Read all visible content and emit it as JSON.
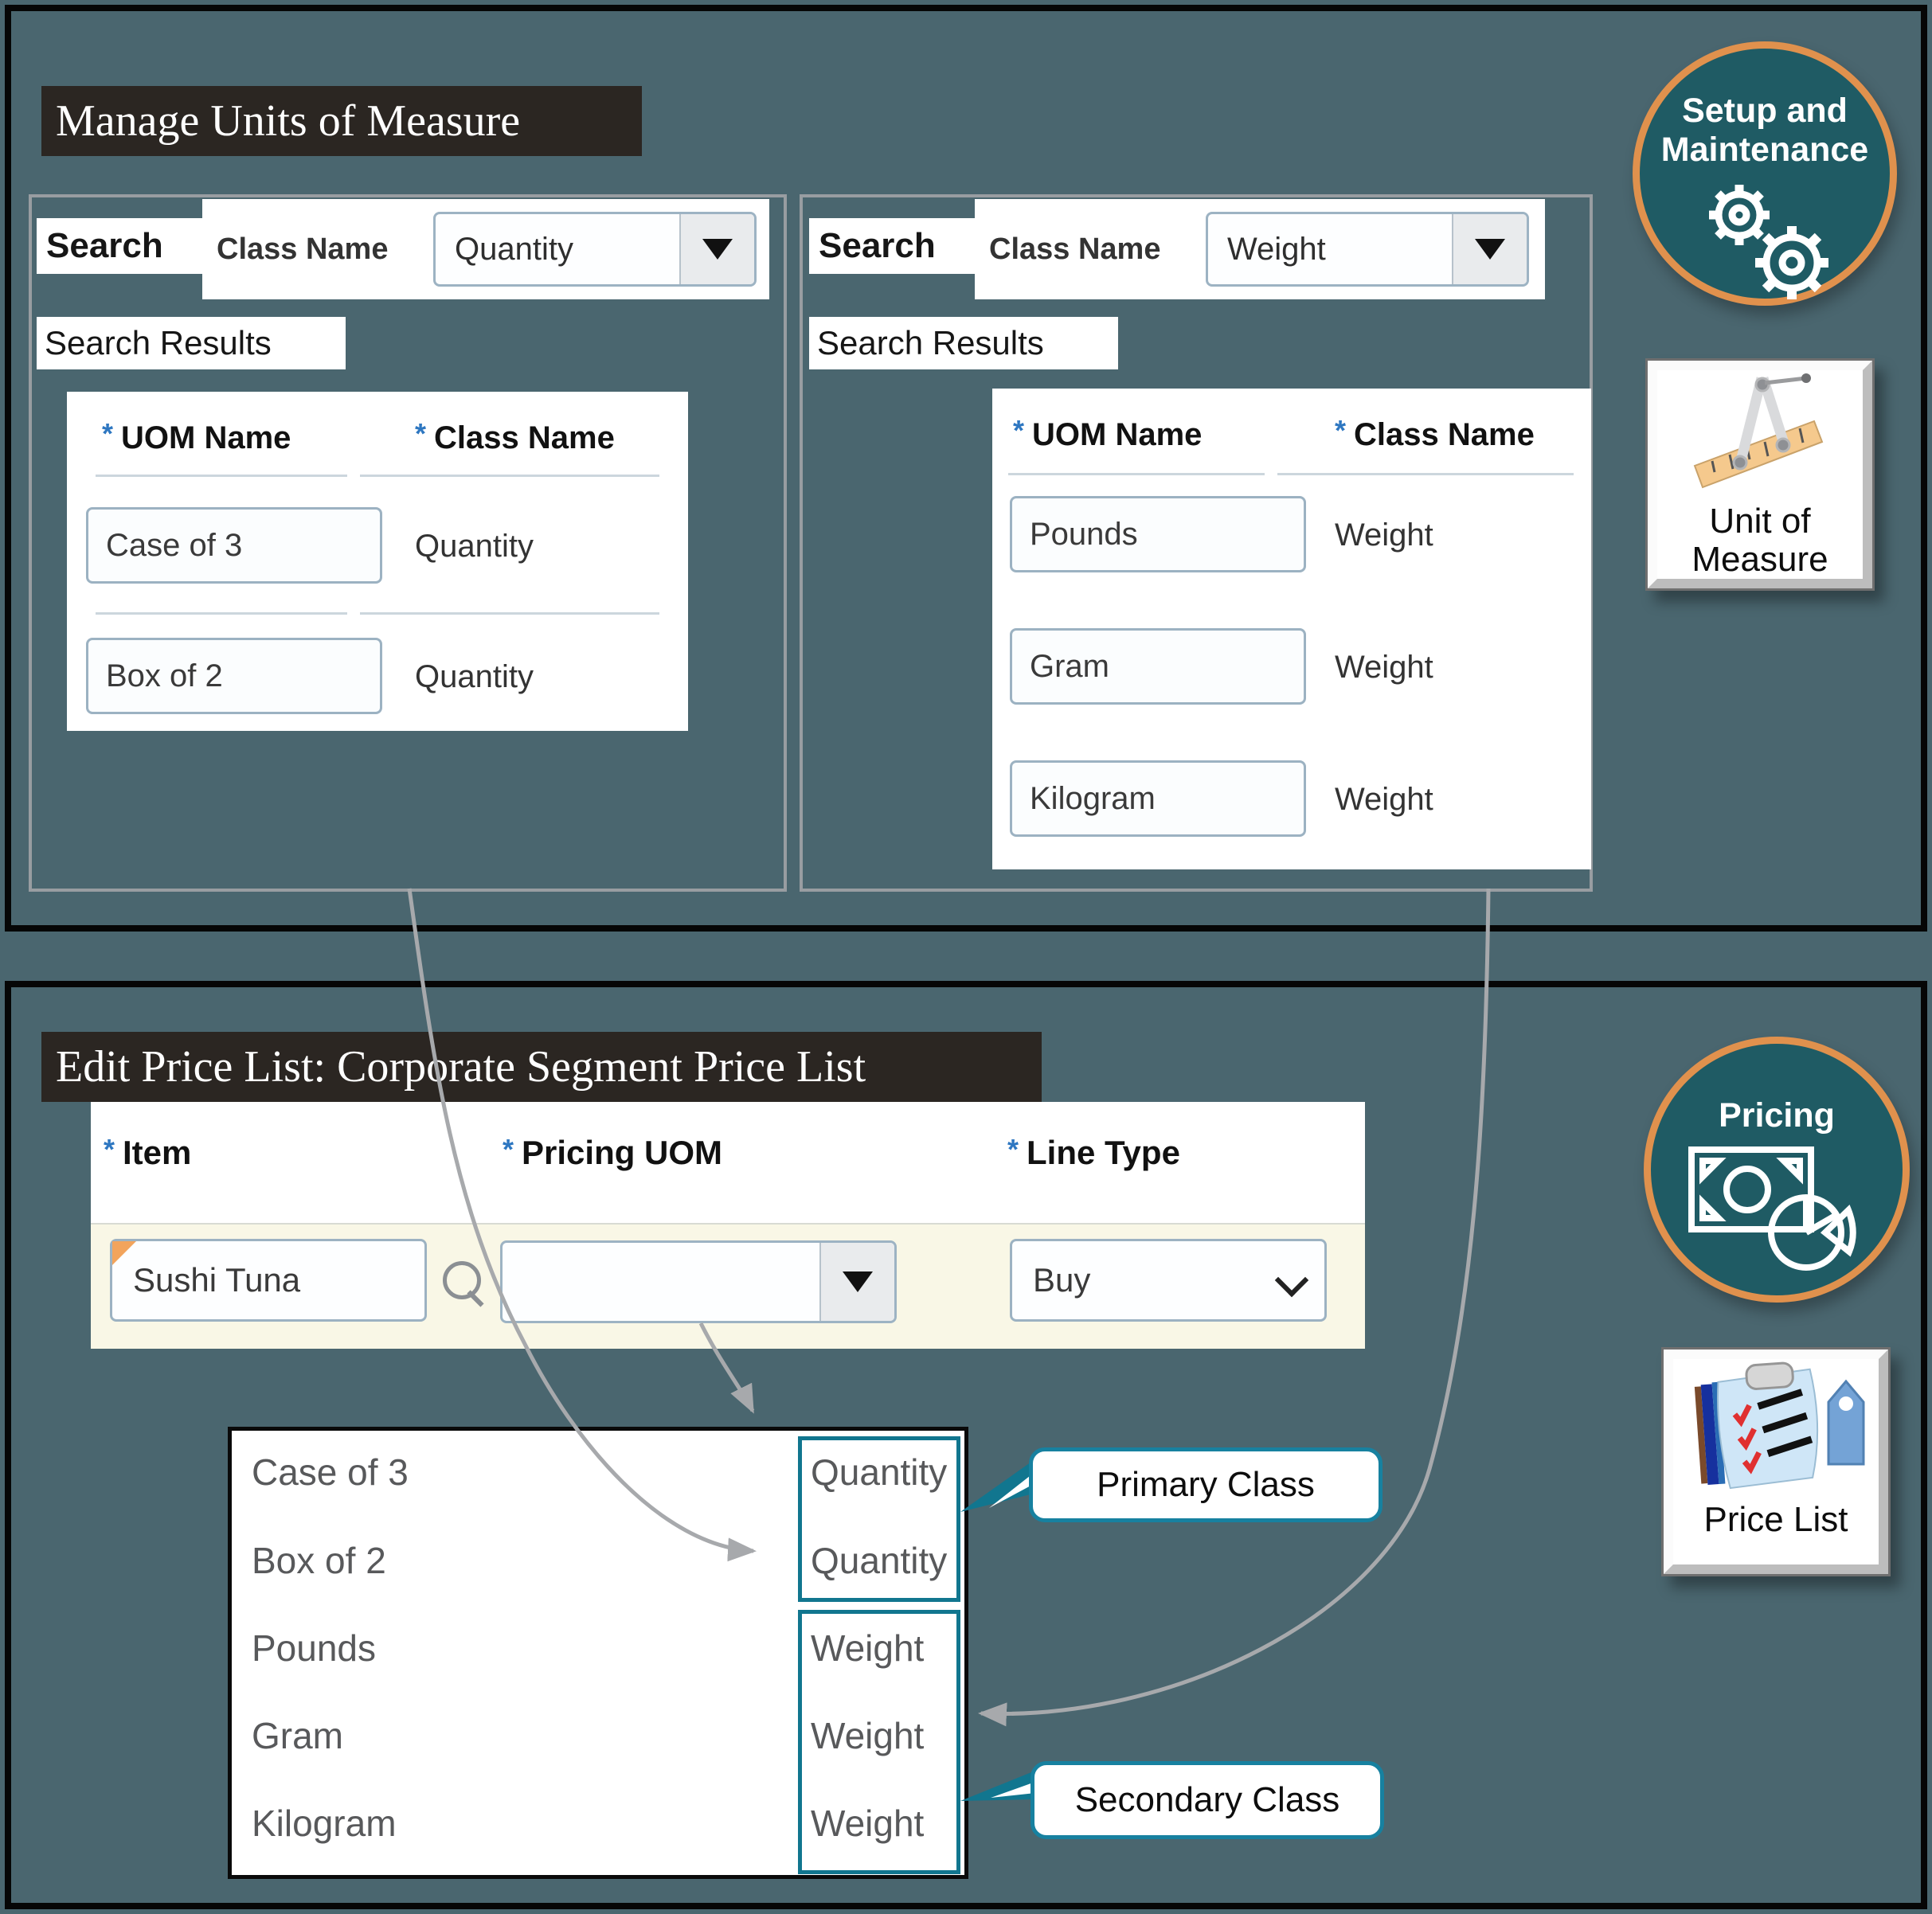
{
  "marker": {
    "required": "*"
  },
  "colors": {
    "background": "#4a666f",
    "title_bg": "#2b2622",
    "accent_teal": "#11768f",
    "callout_border": "#1781a0",
    "circle_fill": "#1f5b64",
    "circle_border": "#e0914d",
    "connector_gray": "#a7a9ac",
    "asterisk_blue": "#2e77c1",
    "row_cream": "#f9f7e6"
  },
  "top": {
    "title": "Manage Units of Measure",
    "left": {
      "search_label": "Search",
      "class_name_label": "Class Name",
      "class_name_value": "Quantity",
      "results_label": "Search Results",
      "headers": {
        "uom": "UOM Name",
        "class": "Class Name"
      },
      "rows": [
        {
          "uom": "Case of 3",
          "class": "Quantity"
        },
        {
          "uom": "Box of 2",
          "class": "Quantity"
        }
      ]
    },
    "right": {
      "search_label": "Search",
      "class_name_label": "Class Name",
      "class_name_value": "Weight",
      "results_label": "Search Results",
      "headers": {
        "uom": "UOM Name",
        "class": "Class Name"
      },
      "rows": [
        {
          "uom": "Pounds",
          "class": "Weight"
        },
        {
          "uom": "Gram",
          "class": "Weight"
        },
        {
          "uom": "Kilogram",
          "class": "Weight"
        }
      ]
    }
  },
  "bottom": {
    "title": "Edit Price List: Corporate Segment Price List",
    "form": {
      "item_label": "Item",
      "pricing_uom_label": "Pricing UOM",
      "line_type_label": "Line Type",
      "item_value": "Sushi Tuna",
      "pricing_uom_value": "",
      "line_type_value": "Buy"
    },
    "dropdown": {
      "items": [
        {
          "name": "Case of 3",
          "class": "Quantity"
        },
        {
          "name": "Box of 2",
          "class": "Quantity"
        },
        {
          "name": "Pounds",
          "class": "Weight"
        },
        {
          "name": "Gram",
          "class": "Weight"
        },
        {
          "name": "Kilogram",
          "class": "Weight"
        }
      ]
    },
    "callouts": {
      "primary": "Primary Class",
      "secondary": "Secondary Class"
    }
  },
  "icons": {
    "setup": {
      "line1": "Setup and",
      "line2": "Maintenance",
      "glyph": "gears-icon"
    },
    "uom": {
      "line1": "Unit of",
      "line2": "Measure",
      "glyph": "caliper-ruler-icon"
    },
    "pricing": {
      "label": "Pricing",
      "glyph": "banknote-pie-icon"
    },
    "price_list": {
      "label": "Price List",
      "glyph": "clipboard-tag-icon"
    }
  }
}
